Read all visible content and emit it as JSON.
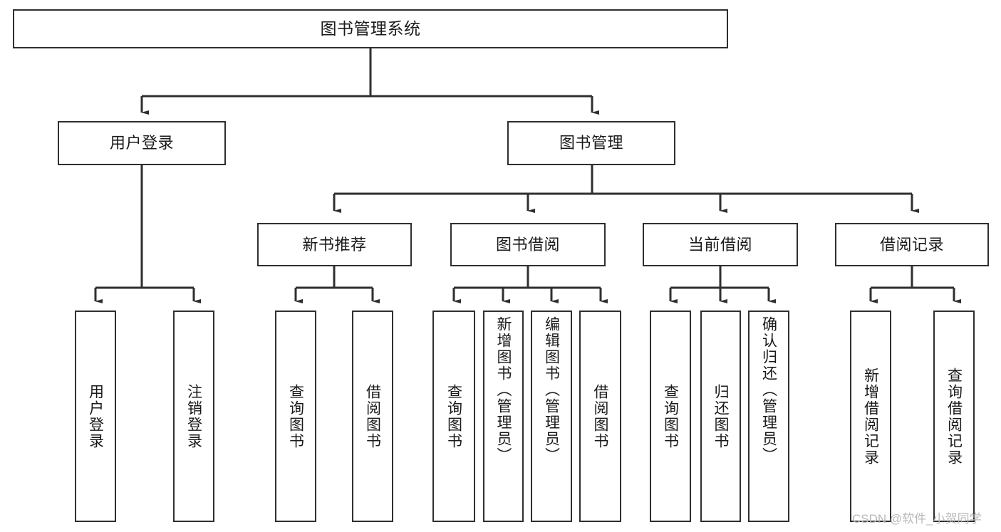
{
  "diagram": {
    "title": "图书管理系统",
    "type": "tree-hierarchy-diagram",
    "root": {
      "label": "图书管理系统"
    },
    "level2": [
      {
        "label": "用户登录"
      },
      {
        "label": "图书管理"
      }
    ],
    "level3": [
      {
        "label": "新书推荐"
      },
      {
        "label": "图书借阅"
      },
      {
        "label": "当前借阅"
      },
      {
        "label": "借阅记录"
      }
    ],
    "leaves": [
      {
        "label": "用户登录",
        "parent": "用户登录"
      },
      {
        "label": "注销登录",
        "parent": "用户登录"
      },
      {
        "label": "查询图书",
        "parent": "新书推荐"
      },
      {
        "label": "借阅图书",
        "parent": "新书推荐"
      },
      {
        "label": "查询图书",
        "parent": "图书借阅"
      },
      {
        "label": "新增图书（管理员）",
        "parent": "图书借阅"
      },
      {
        "label": "编辑图书（管理员）",
        "parent": "图书借阅"
      },
      {
        "label": "借阅图书",
        "parent": "图书借阅"
      },
      {
        "label": "查询图书",
        "parent": "当前借阅"
      },
      {
        "label": "归还图书",
        "parent": "当前借阅"
      },
      {
        "label": "确认归还（管理员）",
        "parent": "当前借阅"
      },
      {
        "label": "新增借阅记录",
        "parent": "借阅记录"
      },
      {
        "label": "查询借阅记录",
        "parent": "借阅记录"
      }
    ]
  },
  "watermark": {
    "text": "CSDN @软件_小贺同学"
  },
  "colors": {
    "stroke": "#2f2f2f",
    "background": "#ffffff",
    "text": "#1a1a1a",
    "watermark": "#b9b9b9"
  }
}
